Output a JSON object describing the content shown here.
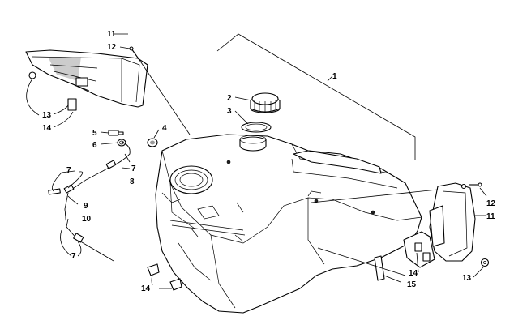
{
  "callouts": [
    {
      "id": "c1",
      "text": "1"
    },
    {
      "id": "c2",
      "text": "2"
    },
    {
      "id": "c3",
      "text": "3"
    },
    {
      "id": "c4",
      "text": "4"
    },
    {
      "id": "c5",
      "text": "5"
    },
    {
      "id": "c6",
      "text": "6"
    },
    {
      "id": "c7a",
      "text": "7"
    },
    {
      "id": "c7b",
      "text": "7"
    },
    {
      "id": "c7c",
      "text": "7"
    },
    {
      "id": "c8",
      "text": "8"
    },
    {
      "id": "c9",
      "text": "9"
    },
    {
      "id": "c10",
      "text": "10"
    },
    {
      "id": "c11a",
      "text": "11"
    },
    {
      "id": "c11b",
      "text": "11"
    },
    {
      "id": "c12a",
      "text": "12"
    },
    {
      "id": "c12b",
      "text": "12"
    },
    {
      "id": "c13a",
      "text": "13"
    },
    {
      "id": "c13b",
      "text": "13"
    },
    {
      "id": "c14a",
      "text": "14"
    },
    {
      "id": "c14b",
      "text": "14"
    },
    {
      "id": "c14c",
      "text": "14"
    },
    {
      "id": "c15",
      "text": "15"
    }
  ]
}
